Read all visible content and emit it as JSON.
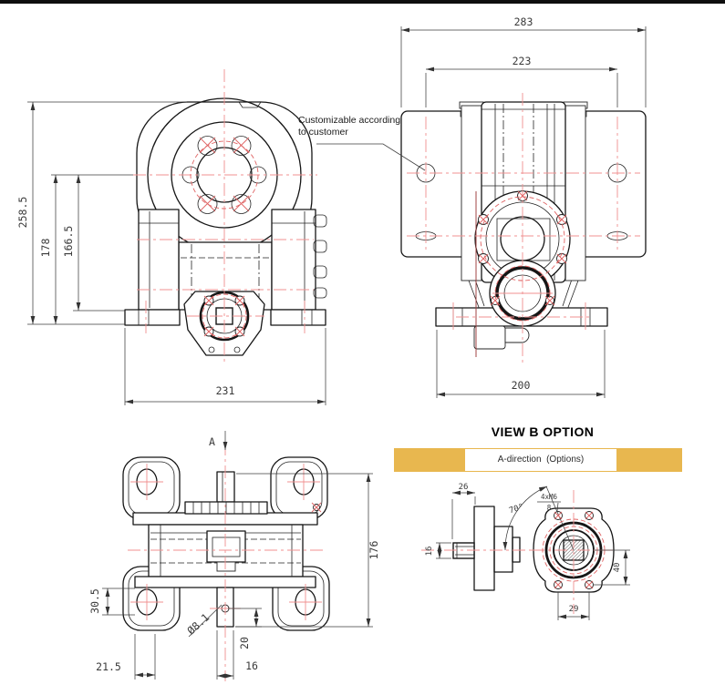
{
  "page": {
    "top_bar_color": "#0e0e0e",
    "background": "#ffffff"
  },
  "colors": {
    "line": "#161616",
    "centerline_red": "#f09090",
    "cross_red": "#e06464",
    "dark_red": "#a04545",
    "dimension_gray": "#3c3c3c",
    "accent_gold": "#e8b74f"
  },
  "front_view": {
    "dim_overall_height": "258.5",
    "dim_height_to_axis": "178",
    "dim_height_to_base_top": "166.5",
    "dim_width": "231"
  },
  "side_view": {
    "dim_plate_width": "283",
    "dim_hole_spacing": "223",
    "dim_base_width": "200",
    "annotation_line1": "Customizable according",
    "annotation_line2": "to customer"
  },
  "top_view": {
    "section_label": "A",
    "dim_depth": "176",
    "dim_foot_offset": "30.5",
    "dim_edge_offset": "21.5",
    "dim_hole_dia": "Ø8.1",
    "dim_hole_to_end": "20",
    "dim_shaft_width": "16"
  },
  "view_b": {
    "title": "VIEW B OPTION",
    "banner_label": "A-direction  (Options)",
    "dim_boss_length": "26",
    "dim_shaft_dia": "16",
    "angle": "70°",
    "thread_note": "4xM6",
    "thread_depth": "8",
    "dim_hole_height": "40",
    "dim_hole_width": "29"
  }
}
